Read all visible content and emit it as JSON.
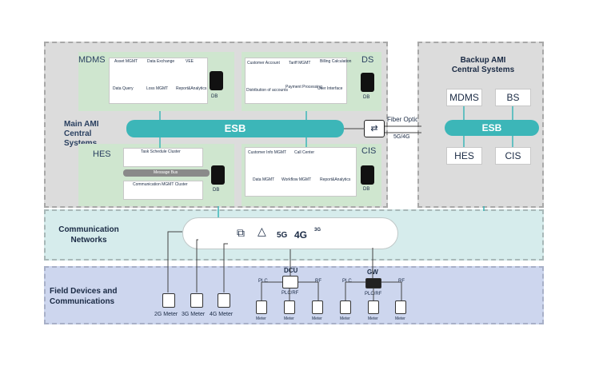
{
  "main": {
    "mdms": {
      "title": "MDMS",
      "modules": [
        "Asset MGMT",
        "Data Exchange",
        "VEE",
        "Data Query",
        "Loss MGMT",
        "Report&Analytics"
      ],
      "db": "DB"
    },
    "ds": {
      "title": "DS",
      "modules": [
        "Customer Account",
        "Tariff MGMT",
        "Billing Calculation",
        "Distribution of accounts",
        "Payment Processing",
        "User Interface"
      ],
      "db": "DB"
    },
    "label": "Main AMI Central Systems",
    "esb": "ESB",
    "hes": {
      "title": "HES",
      "task_cluster": "Task Schedule Cluster",
      "message_bus": "Message Bus",
      "comm_cluster": "Communication MGMT Cluster",
      "db": "DB"
    },
    "cis": {
      "title": "CIS",
      "modules": [
        "Customer Info MGMT",
        "Call Center",
        "Data MGMT",
        "Workflow MGMT",
        "Report&Analytics"
      ],
      "db": "DB"
    }
  },
  "link": {
    "fiber": "Fiber Optic",
    "cell": "5G/4G"
  },
  "backup": {
    "title": "Backup AMI Central Systems",
    "boxes": [
      "MDMS",
      "BS",
      "HES",
      "CIS"
    ],
    "esb": "ESB"
  },
  "comm": {
    "title": "Communication Networks",
    "cloud_labels": [
      "5G",
      "4G",
      "3G"
    ]
  },
  "field": {
    "title": "Field Devices and Communications",
    "meters": [
      "2G Meter",
      "3G Meter",
      "4G Meter"
    ],
    "dcu": "DCU",
    "gw": "GW",
    "plc": "PLC",
    "rf": "RF",
    "plcrf": "PLC/RF",
    "meter_label": "Meter"
  }
}
